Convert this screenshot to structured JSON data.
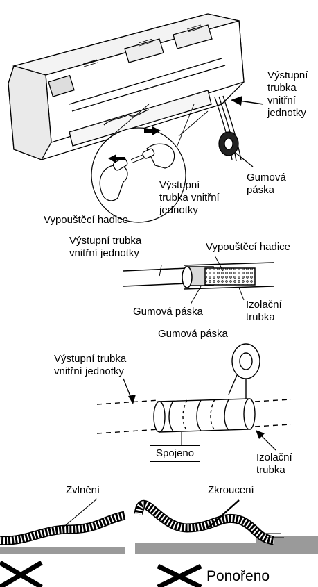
{
  "step1": {
    "outlet_pipe_label": [
      "Výstupní",
      "trubka",
      "vnitřní",
      "jednotky"
    ],
    "rubber_tape_label": [
      "Gumová",
      "páska"
    ],
    "outlet_pipe_center_label": [
      "Výstupní",
      "trubka vnitřní",
      "jednotky"
    ],
    "drain_hose_label": "Vypouštěcí hadice"
  },
  "step2": {
    "outlet_pipe_label": [
      "Výstupní trubka",
      "vnitřní jednotky"
    ],
    "drain_hose_label": "Vypouštěcí hadice",
    "rubber_tape_label": "Gumová páska",
    "insulation_label": [
      "Izolační",
      "trubka"
    ]
  },
  "step3": {
    "rubber_tape_label": "Gumová páska",
    "outlet_pipe_label": [
      "Výstupní trubka",
      "vnitřní jednotky"
    ],
    "joined_label": "Spojeno",
    "insulation_label": [
      "Izolační",
      "trubka"
    ]
  },
  "wrong": {
    "wavy_label": "Zvlnění",
    "twisted_label": "Zkroucení",
    "submerged_label": "Ponořeno"
  }
}
